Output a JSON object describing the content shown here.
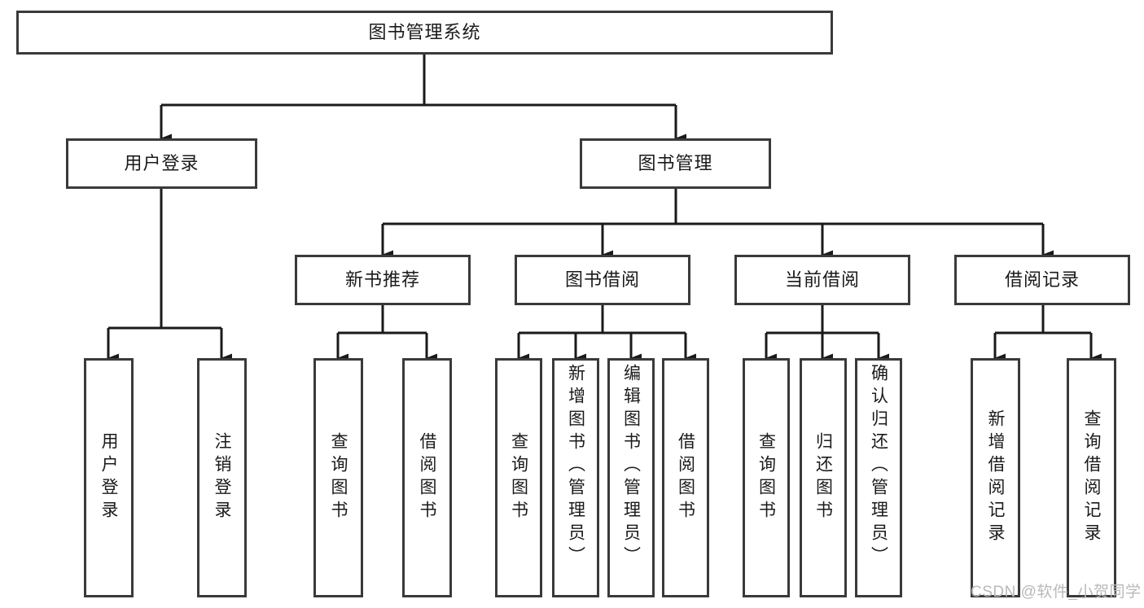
{
  "diagram": {
    "type": "tree-hierarchy",
    "title": "图书管理系统",
    "watermark": "CSDN @软件_小贺同学",
    "colors": {
      "box_border": "#3a3a3a",
      "box_fill": "#ffffff",
      "connector": "#1a1a1a",
      "text": "#1a1a1a",
      "watermark": "#b9b9b9",
      "background": "#ffffff"
    },
    "nodes": {
      "root": {
        "label": "图书管理系统"
      },
      "level2": [
        {
          "label": "用户登录"
        },
        {
          "label": "图书管理"
        }
      ],
      "level3": [
        {
          "label": "新书推荐"
        },
        {
          "label": "图书借阅"
        },
        {
          "label": "当前借阅"
        },
        {
          "label": "借阅记录"
        }
      ],
      "leaves": {
        "user_login": [
          {
            "label": "用户登录"
          },
          {
            "label": "注销登录"
          }
        ],
        "new_book_recommend": [
          {
            "label": "查询图书"
          },
          {
            "label": "借阅图书"
          }
        ],
        "book_borrow": [
          {
            "label": "查询图书"
          },
          {
            "label": "新增图书（管理员）"
          },
          {
            "label": "编辑图书（管理员）"
          },
          {
            "label": "借阅图书"
          }
        ],
        "current_borrow": [
          {
            "label": "查询图书"
          },
          {
            "label": "归还图书"
          },
          {
            "label": "确认归还（管理员）"
          }
        ],
        "borrow_record": [
          {
            "label": "新增借阅记录"
          },
          {
            "label": "查询借阅记录"
          }
        ]
      }
    }
  }
}
